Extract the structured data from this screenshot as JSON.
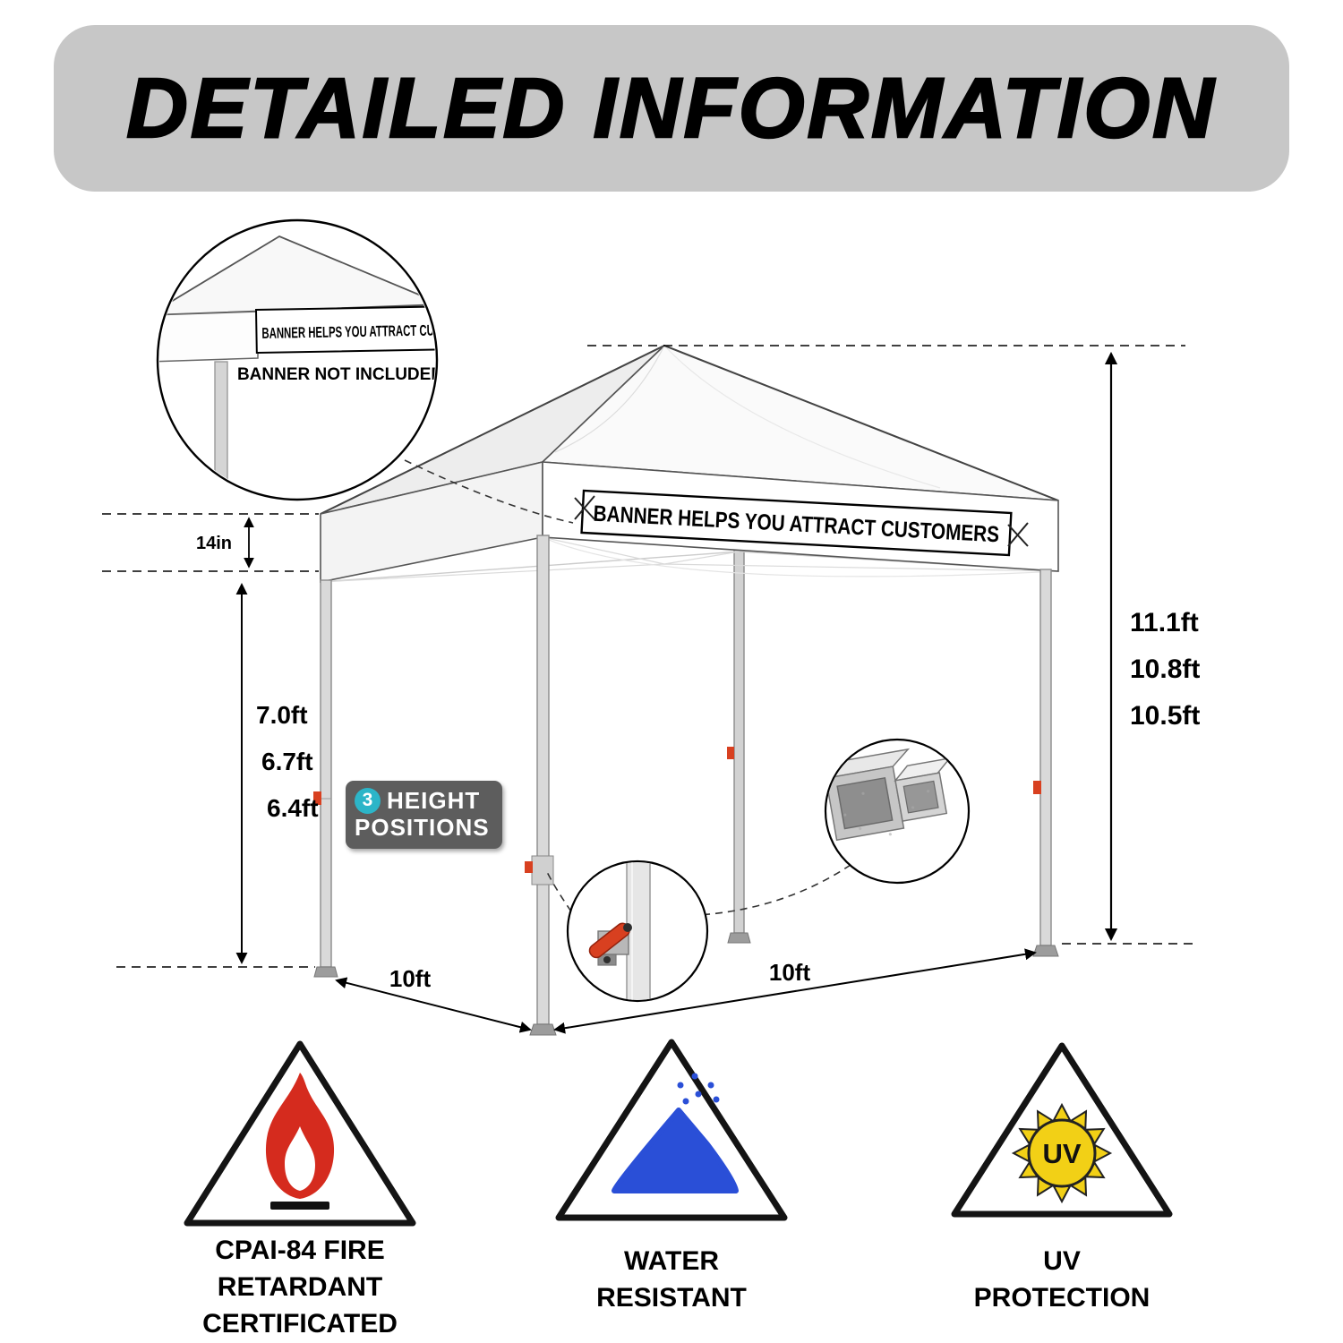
{
  "header": {
    "title": "DETAILED INFORMATION"
  },
  "banner": {
    "main_text": "BANNER HELPS YOU ATTRACT CUSTOMERS",
    "zoom_text": "BANNER HELPS YOU ATTRACT CUS",
    "zoom_note": "BANNER NOT INCLUDED"
  },
  "dimensions": {
    "valance_height": "14in",
    "leg_heights": [
      "7.0ft",
      "6.7ft",
      "6.4ft"
    ],
    "total_heights": [
      "11.1ft",
      "10.8ft",
      "10.5ft"
    ],
    "base_width_left": "10ft",
    "base_width_right": "10ft"
  },
  "height_badge": {
    "count": "3",
    "line1": "HEIGHT",
    "line2": "POSITIONS"
  },
  "features": [
    {
      "name": "fire-retardant",
      "lines": [
        "CPAI-84 FIRE",
        "RETARDANT",
        "CERTIFICATED"
      ]
    },
    {
      "name": "water-resistant",
      "lines": [
        "WATER",
        "RESISTANT"
      ]
    },
    {
      "name": "uv-protection",
      "lines": [
        "UV",
        "PROTECTION"
      ]
    }
  ],
  "uv_icon": {
    "text": "UV"
  },
  "colors": {
    "flame_red": "#d52b1e",
    "water_blue": "#2a4fd7",
    "uv_yellow": "#f2d016",
    "badge_teal": "#2cb5c8",
    "lever_red": "#d84020"
  }
}
